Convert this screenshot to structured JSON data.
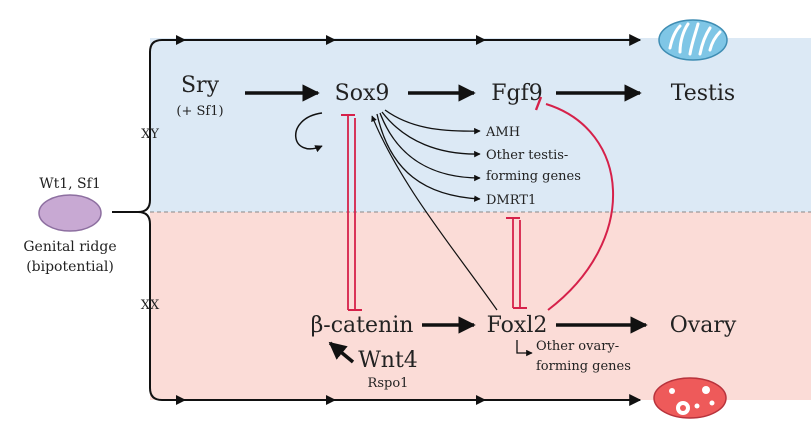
{
  "left": {
    "factors": "Wt1, Sf1",
    "ridge_line1": "Genital ridge",
    "ridge_line2": "(bipotential)"
  },
  "xy_branch": {
    "label": "XY",
    "sry": "Sry",
    "sry_note": "(+ Sf1)",
    "sox9": "Sox9",
    "fgf9": "Fgf9",
    "outcome": "Testis",
    "targets": {
      "amh": "AMH",
      "other_line1": "Other testis-",
      "other_line2": "forming genes",
      "dmrt1": "DMRT1"
    }
  },
  "xx_branch": {
    "label": "XX",
    "beta_catenin": "β-catenin",
    "foxl2": "Foxl2",
    "outcome": "Ovary",
    "wnt4": "Wnt4",
    "rspo1": "Rspo1",
    "other_line1": "Other ovary-",
    "other_line2": "forming genes"
  },
  "colors": {
    "xy_background": "#dce9f5",
    "xx_background": "#fbdcd7",
    "inhibition": "#d6214a",
    "arrow": "#111111",
    "gonad_left": "#c8a9d3",
    "testis_icon": "#7fc6e6",
    "ovary_icon": "#ee5a5a"
  }
}
